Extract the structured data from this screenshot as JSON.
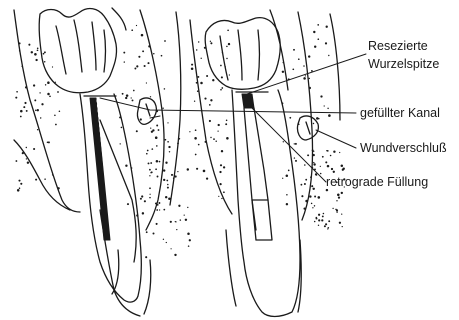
{
  "labels": {
    "resected_line1": "Resezierte",
    "resected_line2": "Wurzelspitze",
    "filled_canal": "gefüllter Kanal",
    "wound_closure": "Wundverschluß",
    "retrograde_filling": "retrograde Füllung"
  },
  "colors": {
    "ink": "#1a1a1a",
    "background": "#ffffff"
  }
}
